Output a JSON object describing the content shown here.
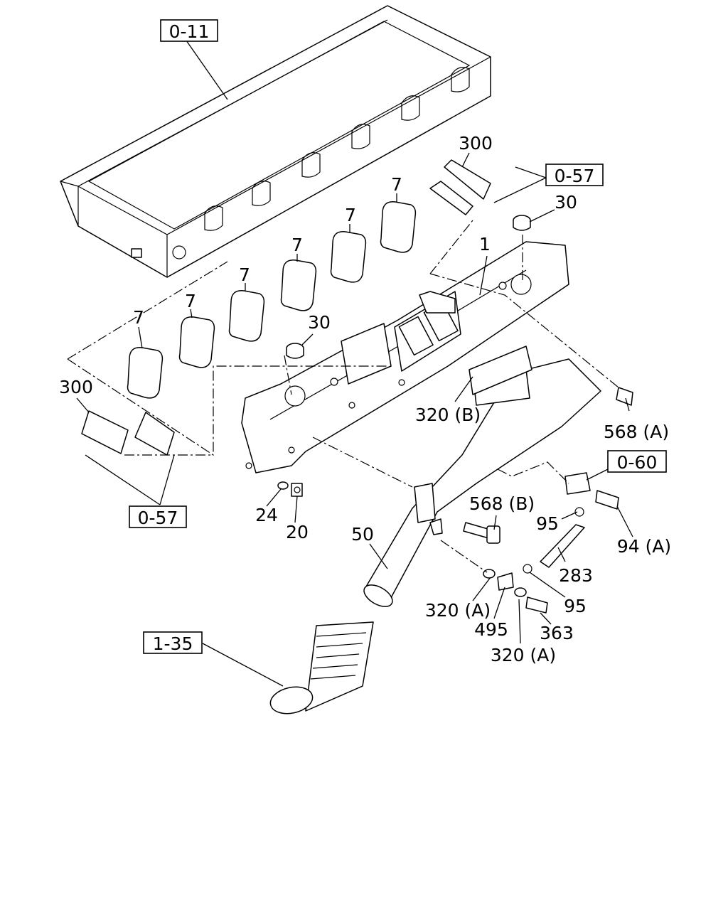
{
  "references": {
    "cylinder_head": "0-11",
    "blind_cover_group_right": "0-57",
    "blind_cover_group_left": "0-57",
    "sensor_group": "0-60",
    "intake_hose": "1-35"
  },
  "callouts": {
    "cover_plate_right": "300",
    "cover_plate_left": "300",
    "cap_right": "30",
    "cap_left": "30",
    "manifold": "1",
    "gasket_1": "7",
    "gasket_2": "7",
    "gasket_3": "7",
    "gasket_4": "7",
    "gasket_5": "7",
    "gasket_6": "7",
    "flange_gasket": "320 (B)",
    "bolt_568a": "568 (A)",
    "bolt_568b": "568 (B)",
    "washer_24": "24",
    "nut_20": "20",
    "pipe_50": "50",
    "clip_95_upper": "95",
    "clip_95_lower": "95",
    "bolt_94a": "94 (A)",
    "hose_283": "283",
    "washer_320a_1": "320 (A)",
    "washer_320a_2": "320 (A)",
    "bolt_495": "495",
    "bolt_363": "363"
  }
}
